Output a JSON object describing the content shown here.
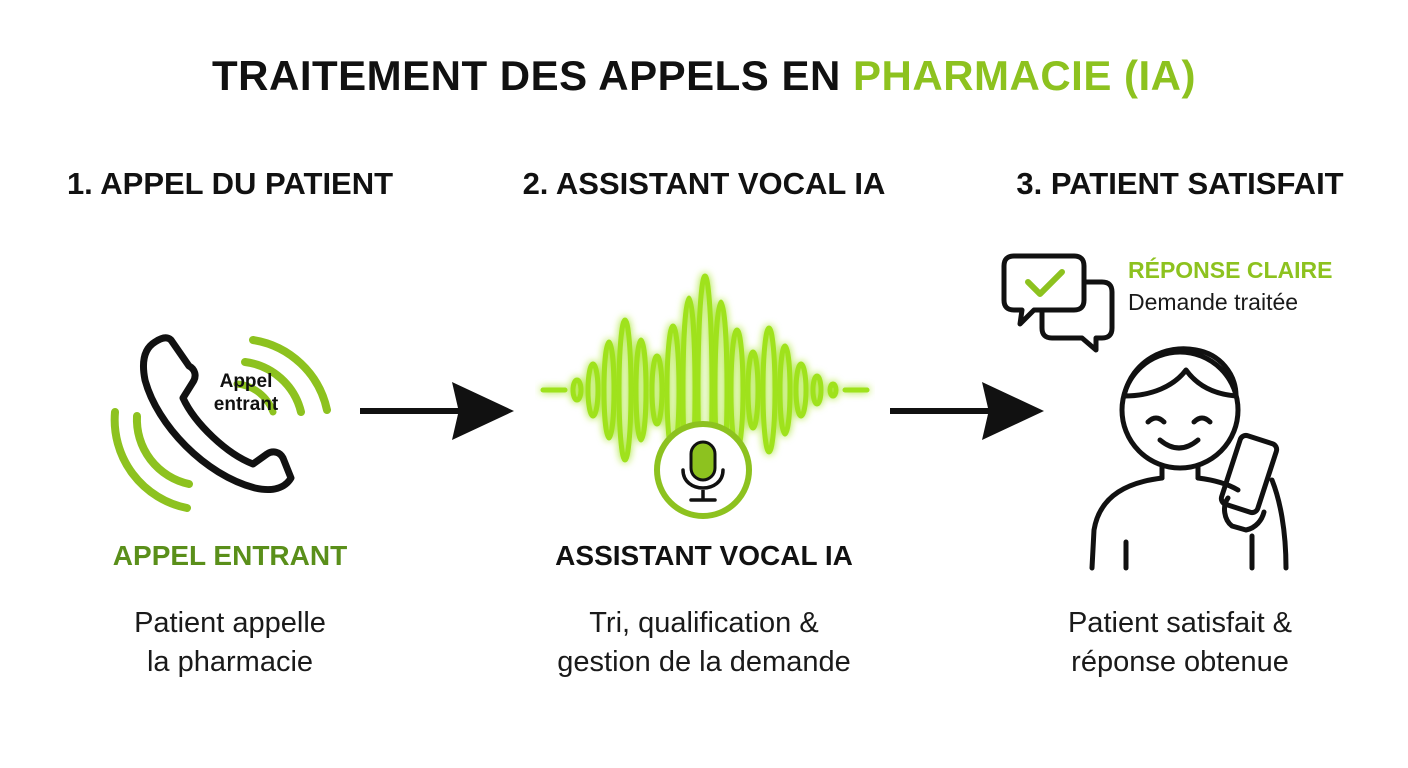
{
  "title": {
    "prefix": "TRAITEMENT DES APPELS EN ",
    "highlight": "PHARMACIE (IA)"
  },
  "colors": {
    "accent": "#8dc21f",
    "accent_dark": "#5a8f1a",
    "text": "#111111"
  },
  "steps": [
    {
      "heading": "1. APPEL DU PATIENT",
      "icon": "phone-icon",
      "icon_caption": [
        "Appel",
        "entrant"
      ],
      "label": "APPEL ENTRANT",
      "description": [
        "Patient appelle",
        "la pharmacie"
      ]
    },
    {
      "heading": "2. ASSISTANT VOCAL IA",
      "icon": "voice-wave-microphone-icon",
      "label": "ASSISTANT VOCAL IA",
      "description": [
        "Tri, qualification &",
        "gestion de la demande"
      ]
    },
    {
      "heading": "3. PATIENT SATISFAIT",
      "icon": "smiling-person-with-phone-icon",
      "response_title": "RÉPONSE CLAIRE",
      "response_subtitle": "Demande traitée",
      "label": "",
      "description": [
        "Patient satisfait &",
        "réponse obtenue"
      ]
    }
  ],
  "arrows": [
    "arrow-right-icon",
    "arrow-right-icon"
  ]
}
